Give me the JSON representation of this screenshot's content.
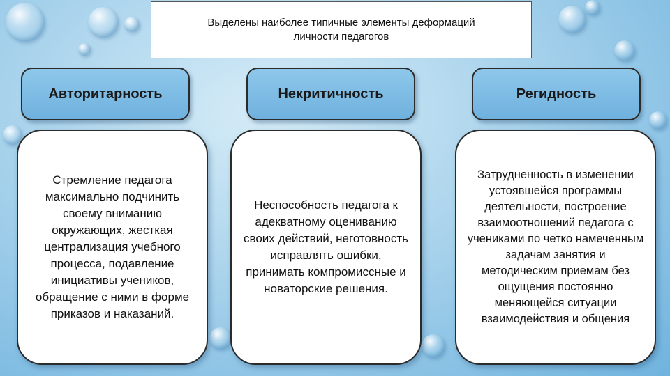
{
  "title": "Выделены наиболее типичные элементы деформаций\nличности педагогов",
  "columns": [
    {
      "header": "Авторитарность",
      "body": "Стремление педагога максимально подчинить своему вниманию окружающих, жесткая централизация учебного процесса, подавление инициативы учеников, обращение с ними в форме приказов и наказаний."
    },
    {
      "header": "Некритичность",
      "body": "Неспособность педагога к адекватному оцениванию своих действий, неготовность исправлять ошибки, принимать компромиссные и новаторские решения."
    },
    {
      "header": "Регидность",
      "body": "Затрудненность в изменении устоявшейся программы деятельности, построение взаимоотношений педагога с учениками по четко намеченным задачам занятия и методическим приемам без ощущения постоянно меняющейся ситуации взаимодействия и общения"
    }
  ]
}
